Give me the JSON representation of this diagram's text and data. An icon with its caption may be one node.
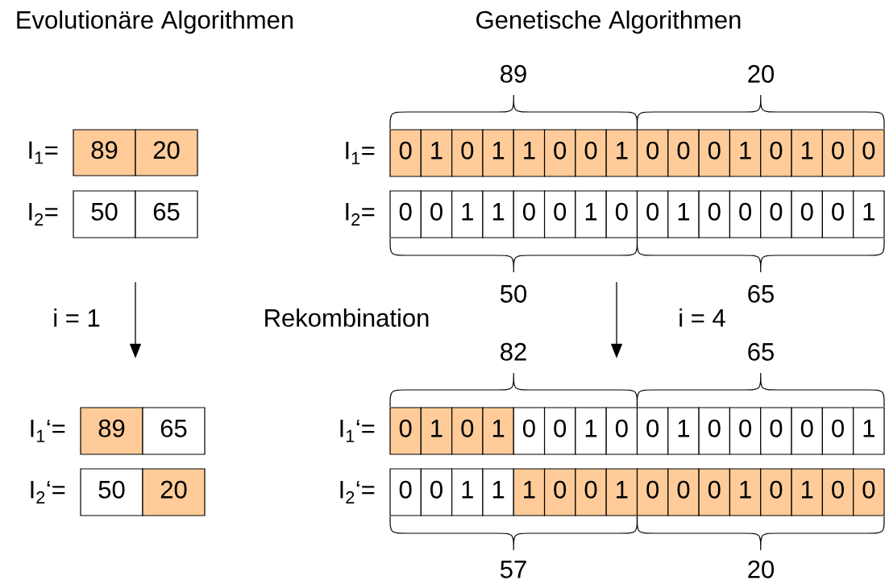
{
  "diagram": {
    "nodes": [
      {
        "text": [
          "89",
          "20"
        ],
        "beside": [
          "I$_{1}$="
        ]
      },
      {
        "text": [
          "50",
          "65"
        ],
        "beside": [
          "I$_{2}$="
        ]
      },
      {
        "text": [
          "0",
          "1",
          "0",
          "1",
          "1",
          "0",
          "0",
          "1",
          "0",
          "0",
          "0",
          "1",
          "0",
          "1",
          "0",
          "0"
        ],
        "beside": [
          "I$_{1}$="
        ]
      },
      {
        "text": [
          "0",
          "0",
          "1",
          "1",
          "0",
          "0",
          "1",
          "0",
          "0",
          "1",
          "0",
          "0",
          "0",
          "0",
          "0",
          "1"
        ],
        "beside": [
          "I$_{2}$="
        ]
      },
      {
        "text": [
          "89",
          "65"
        ],
        "beside": [
          "I$_{1}$‘="
        ]
      },
      {
        "text": [
          "50",
          "20"
        ],
        "beside": [
          "I$_{2}$‘="
        ]
      },
      {
        "text": [
          "0",
          "1",
          "0",
          "1",
          "0",
          "0",
          "1",
          "0",
          "0",
          "1",
          "0",
          "0",
          "0",
          "0",
          "0",
          "1"
        ],
        "beside": [
          "I$_{1}$‘="
        ]
      },
      {
        "text": [
          "0",
          "0",
          "1",
          "1",
          "1",
          "0",
          "0",
          "1",
          "0",
          "0",
          "0",
          "1",
          "0",
          "1",
          "0",
          "0"
        ],
        "beside": [
          "I$_{2}$‘="
        ]
      }
    ],
    "edges": [
      {
        "from": 1,
        "to": 4,
        "arrow": "to",
        "label": "i = 1"
      },
      {
        "from": 3,
        "to": 6,
        "arrow": "to",
        "label": "i = 4"
      }
    ],
    "labels": [
      "Evolutionäre Algorithmen",
      "Genetische Algorithmen",
      "89",
      "20",
      "50",
      "65",
      "Rekombination",
      "82",
      "65",
      "57",
      "20"
    ]
  }
}
